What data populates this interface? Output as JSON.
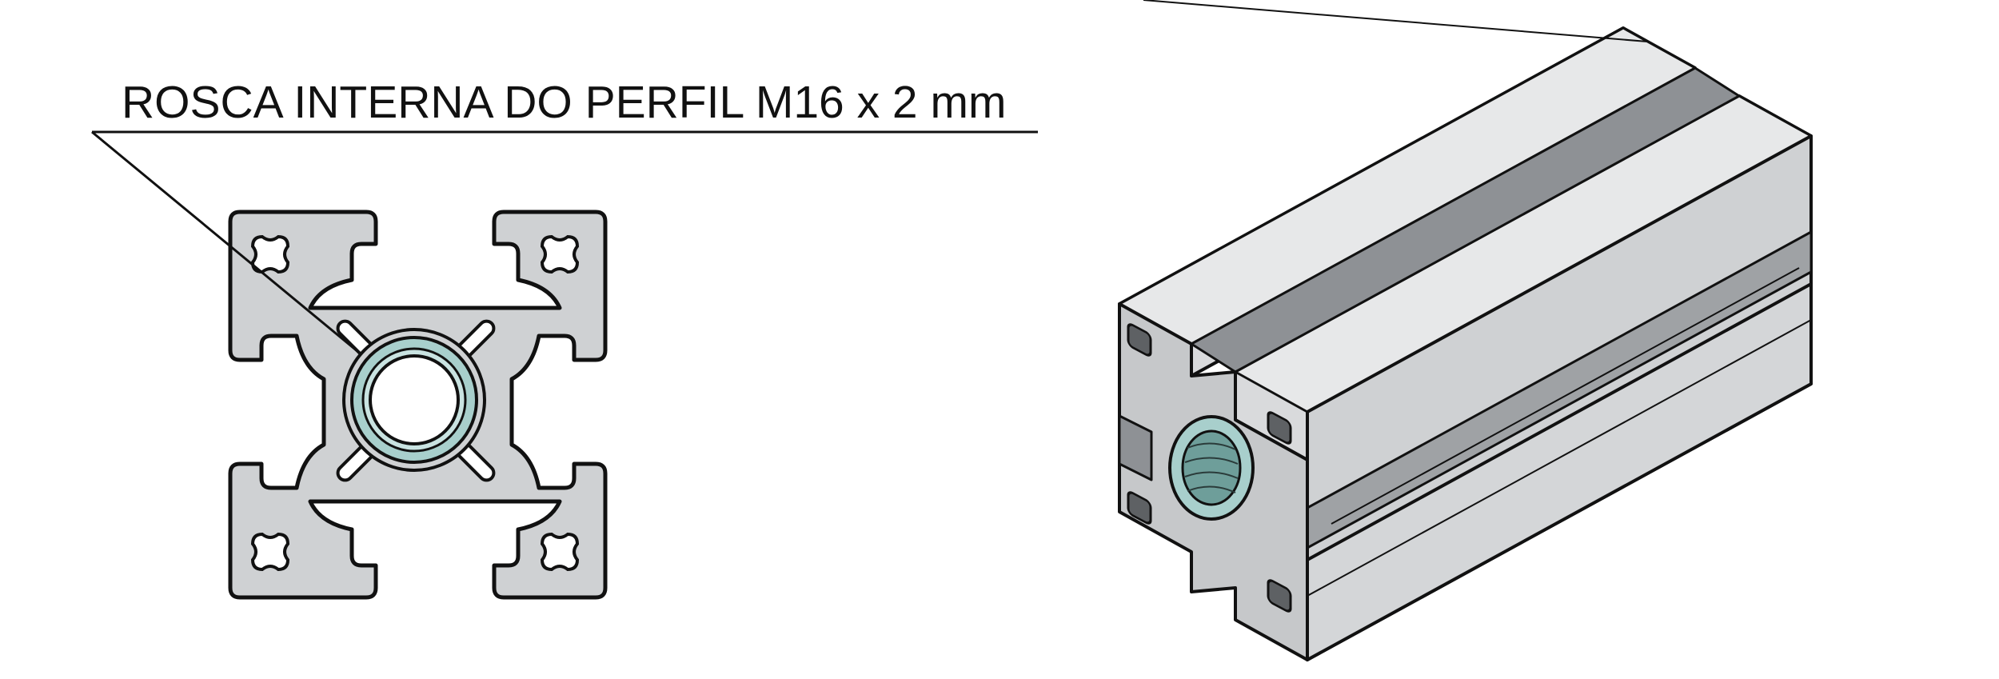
{
  "callout": {
    "label": "ROSCA INTERNA DO PERFIL M16 x 2 mm"
  },
  "colors": {
    "profile_fill": "#cfd1d3",
    "profile_stroke": "#111111",
    "thread_fill": "#a8cfcc",
    "watermark": "#dcdcdc"
  },
  "icons": {
    "cross_section": "aluminum-profile-cross-section",
    "isometric": "aluminum-profile-isometric-view",
    "watermark": "jdc-watermark-logo"
  }
}
